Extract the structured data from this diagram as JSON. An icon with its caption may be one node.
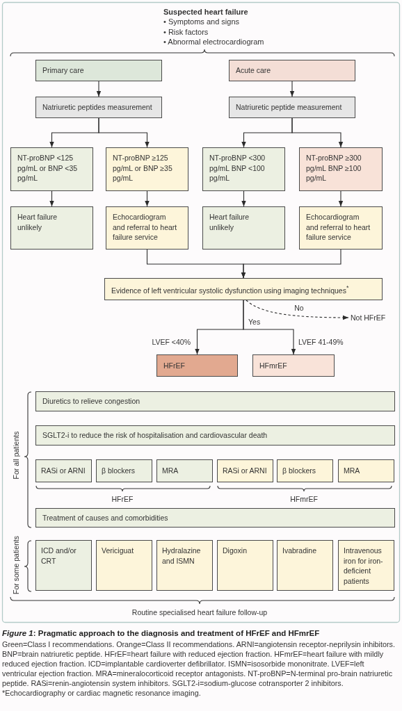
{
  "diagram": {
    "title": "*Figure 1*: Pragmatic approach to the diagnosis and treatment of HFrEF and HFmrEF",
    "caption": "Green=Class I recommendations. Orange=Class II recommendations. ARNI=angiotensin receptor-neprilysin inhibitors. BNP=brain natriuretic peptide. HFrEF=heart failure with reduced ejection fraction. HFmrEF=heart failure with mildly reduced ejection fraction. ICD=implantable cardioverter defibrillator. ISMN=isosorbide mononitrate. LVEF=left ventricular ejection fraction. MRA=mineralocorticoid receptor antagonists. NT-proBNP=N-terminal pro-brain natriuretic peptide. RASi=renin-angiotensin system inhibitors. SGLT2-i=sodium-glucose cotransporter 2 inhibitors. *Echocardiography or cardiac magnetic resonance imaging.",
    "nodes": [
      {
        "text": [
          "Primary care"
        ]
      },
      {
        "text": [
          "Acute care"
        ]
      },
      {
        "text": [
          "Natriuretic peptides measurement"
        ]
      },
      {
        "text": [
          "Natriuretic peptide measurement"
        ]
      },
      {
        "text": [
          "NT-proBNP <125 pg/mL or BNP <35 pg/mL"
        ]
      },
      {
        "text": [
          "NT-proBNP ≥125 pg/mL or BNP ≥35 pg/mL"
        ]
      },
      {
        "text": [
          "NT-proBNP <300 pg/mL BNP <100 pg/mL"
        ]
      },
      {
        "text": [
          "NT-proBNP ≥300 pg/mL BNP ≥100 pg/mL"
        ]
      },
      {
        "text": [
          "Heart failure unlikely"
        ]
      },
      {
        "text": [
          "Echocardiogram and referral to heart failure service"
        ]
      },
      {
        "text": [
          "Heart failure unlikely"
        ]
      },
      {
        "text": [
          "Echocardiogram and referral to heart failure service"
        ]
      },
      {
        "text": [
          "Evidence of left ventricular systolic dysfunction using imaging techniques$^{*}$"
        ]
      },
      {
        "text": [
          "Not HFrEF"
        ]
      },
      {
        "text": [
          "HFrEF"
        ]
      },
      {
        "text": [
          "HFmrEF"
        ]
      },
      {
        "text": [
          "Diuretics to relieve congestion"
        ]
      },
      {
        "text": [
          "SGLT2-i to reduce the risk of hospitalisation and cardiovascular death"
        ]
      },
      {
        "text": [
          "RASi or ARNI"
        ]
      },
      {
        "text": [
          "β blockers"
        ]
      },
      {
        "text": [
          "MRA"
        ]
      },
      {
        "text": [
          "RASi or ARNI"
        ]
      },
      {
        "text": [
          "β blockers"
        ]
      },
      {
        "text": [
          "MRA"
        ]
      },
      {
        "text": [
          "Treatment of causes and comorbidities"
        ]
      },
      {
        "text": [
          "ICD and/or CRT"
        ]
      },
      {
        "text": [
          "Vericiguat"
        ]
      },
      {
        "text": [
          "Hydralazine and ISMN"
        ]
      },
      {
        "text": [
          "Digoxin"
        ]
      },
      {
        "text": [
          "Ivabradine"
        ]
      },
      {
        "text": [
          "Intravenous iron for iron-deficient patients"
        ]
      }
    ],
    "edges": [
      {
        "from": 0,
        "to": 2,
        "arrow": "to"
      },
      {
        "from": 1,
        "to": 3,
        "arrow": "to"
      },
      {
        "from": 2,
        "to": 4,
        "arrow": "to"
      },
      {
        "from": 2,
        "to": 5,
        "arrow": "to"
      },
      {
        "from": 3,
        "to": 6,
        "arrow": "to"
      },
      {
        "from": 3,
        "to": 7,
        "arrow": "to"
      },
      {
        "from": 4,
        "to": 8,
        "arrow": "to"
      },
      {
        "from": 5,
        "to": 9,
        "arrow": "to"
      },
      {
        "from": 6,
        "to": 10,
        "arrow": "to"
      },
      {
        "from": 7,
        "to": 11,
        "arrow": "to"
      },
      {
        "from": 9,
        "to": 12,
        "arrow": "to"
      },
      {
        "from": 11,
        "to": 12,
        "arrow": "to"
      },
      {
        "from": 12,
        "to": 13,
        "arrow": "to",
        "label": "No",
        "style": "dashed"
      },
      {
        "from": 12,
        "to": 14,
        "arrow": "to",
        "label": "LVEF <40%"
      },
      {
        "from": 12,
        "to": 15,
        "arrow": "to",
        "label": "LVEF 41-49%"
      }
    ],
    "labels": [
      "Suspected heart failure",
      "• Symptoms and signs",
      "• Risk factors",
      "• Abnormal electrocardiogram",
      "Yes",
      "For all patients",
      "HFrEF",
      "HFmrEF",
      "For some patients",
      "Routine specialised heart failure follow-up"
    ]
  }
}
